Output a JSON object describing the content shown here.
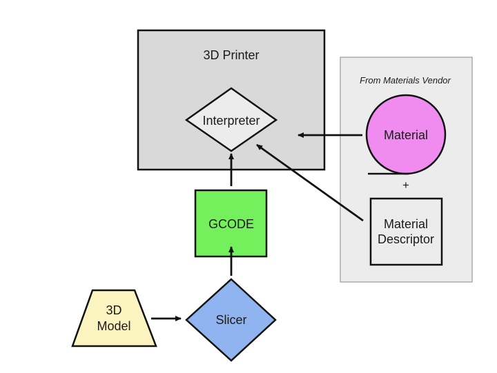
{
  "diagram": {
    "printer": {
      "label": "3D Printer",
      "fill": "#d9d9d9"
    },
    "interpreter": {
      "label": "Interpreter",
      "fill": "#ececec"
    },
    "vendor_panel": {
      "label": "From Materials Vendor",
      "fill": "#ececec"
    },
    "material": {
      "label": "Material",
      "fill": "#f08cf0"
    },
    "plus": {
      "label": "+"
    },
    "descriptor": {
      "label_line1": "Material",
      "label_line2": "Descriptor",
      "fill": "#ececec"
    },
    "gcode": {
      "label": "GCODE",
      "fill": "#74f05c"
    },
    "slicer": {
      "label": "Slicer",
      "fill": "#8fb4f0"
    },
    "model": {
      "label_line1": "3D",
      "label_line2": "Model",
      "fill": "#fbf3c0"
    },
    "edges": [
      {
        "from": "3D Model",
        "to": "Slicer"
      },
      {
        "from": "Slicer",
        "to": "GCODE"
      },
      {
        "from": "GCODE",
        "to": "Interpreter"
      },
      {
        "from": "Material",
        "to": "3D Printer"
      },
      {
        "from": "Material Descriptor",
        "to": "Interpreter"
      }
    ]
  }
}
